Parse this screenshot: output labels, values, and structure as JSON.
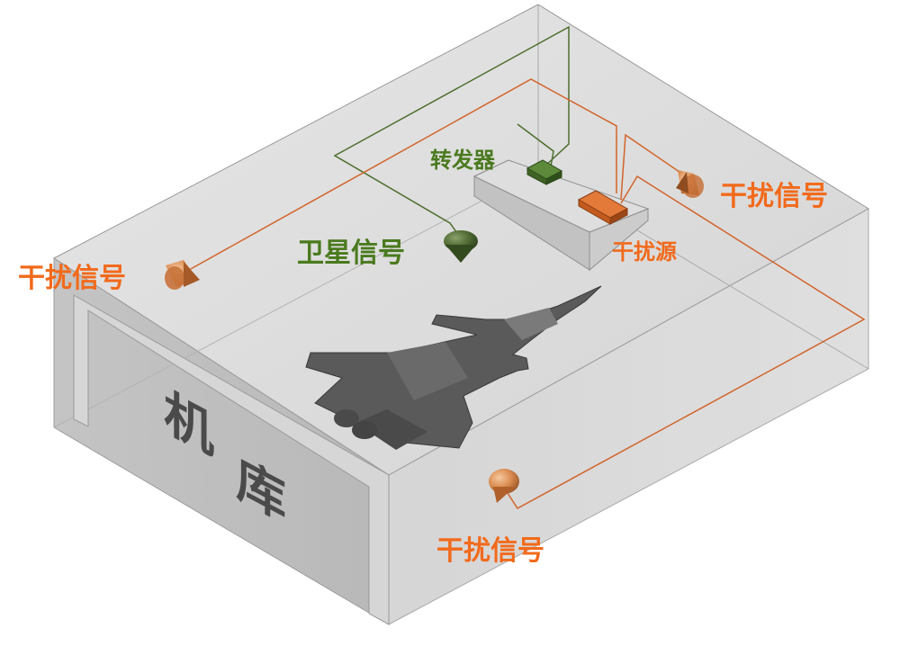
{
  "labels": {
    "interference_left": "干扰信号",
    "interference_right": "干扰信号",
    "interference_bottom": "干扰信号",
    "satellite_signal": "卫星信号",
    "transponder": "转发器",
    "jammer_source": "干扰源",
    "hangar_char1": "机",
    "hangar_char2": "库"
  },
  "colors": {
    "interference": "#f26a1b",
    "signal_green": "#4a7a1e",
    "wire_orange": "#d2642a",
    "wire_green": "#4e6e2e",
    "hangar_text": "#4a4a4a"
  },
  "icons": {
    "emitter": "cone-emitter-icon",
    "satellite_receiver": "cone-receiver-icon",
    "aircraft": "fighter-jet-icon"
  }
}
